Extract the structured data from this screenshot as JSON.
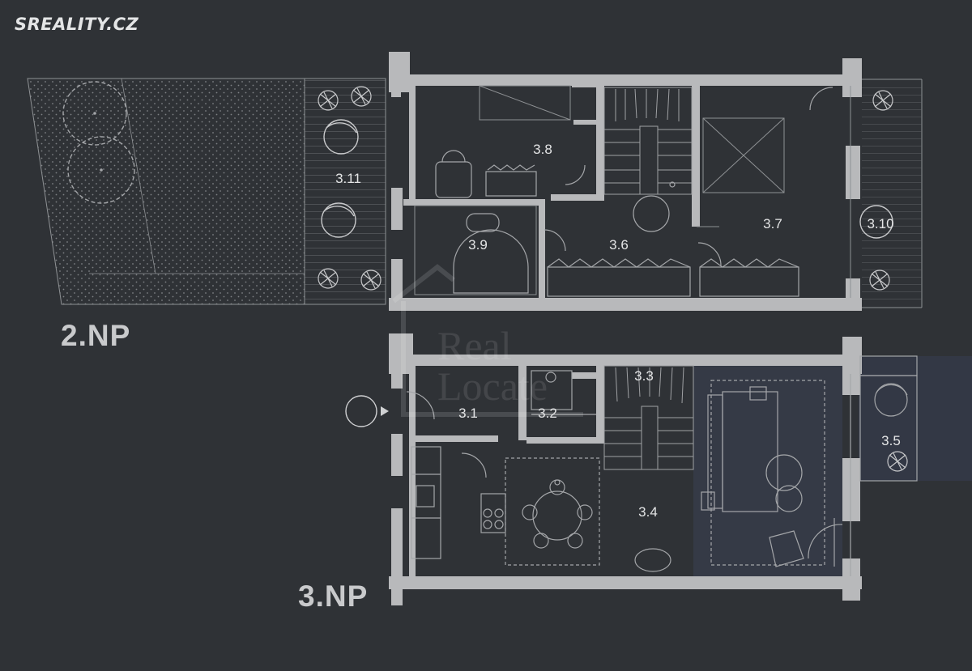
{
  "brand": {
    "text": "SREALITY.CZ"
  },
  "floors": {
    "upper": "2.NP",
    "lower": "3.NP"
  },
  "watermark": {
    "line1": "Real",
    "line2": "Locate"
  },
  "rooms": {
    "r3_1": "3.1",
    "r3_2": "3.2",
    "r3_3": "3.3",
    "r3_4": "3.4",
    "r3_5": "3.5",
    "r3_6": "3.6",
    "r3_7": "3.7",
    "r3_8": "3.8",
    "r3_9": "3.9",
    "r3_10": "3.10",
    "r3_11": "3.11"
  },
  "colors": {
    "background": "#2f3236",
    "walls": "#b8b9bb",
    "lines": "#8e9194",
    "text": "#e4e5e6",
    "floor_label": "#c9cacc",
    "room_highlight": "#353a46"
  }
}
